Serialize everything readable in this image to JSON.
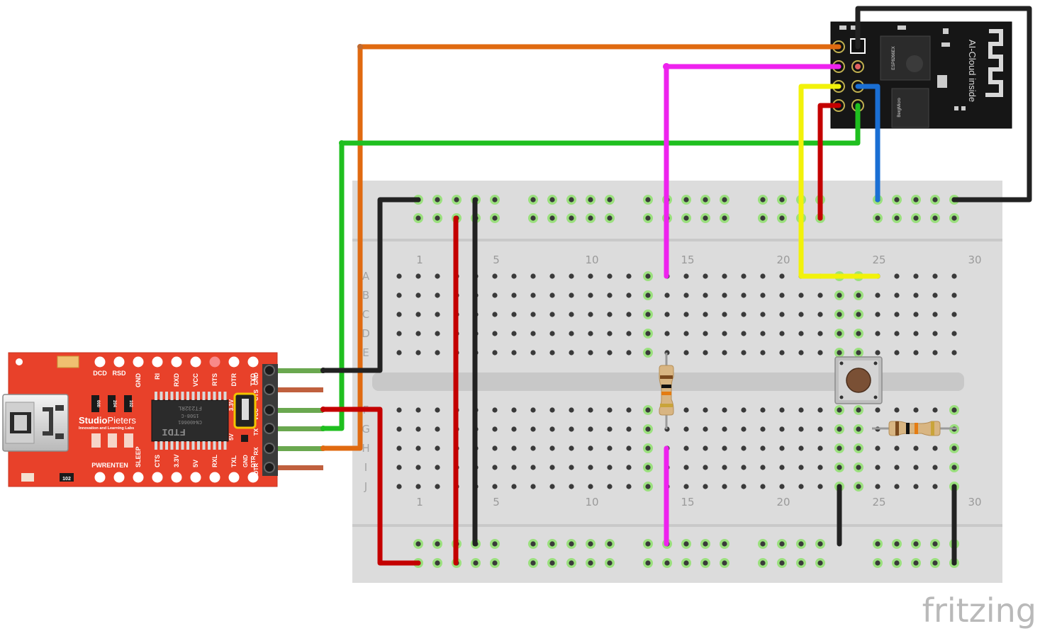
{
  "watermark": "fritzing",
  "breadboard": {
    "column_numbers": [
      "1",
      "5",
      "10",
      "15",
      "20",
      "25",
      "30"
    ],
    "row_letters_top": [
      "A",
      "B",
      "C",
      "D",
      "E"
    ],
    "row_letters_bottom": [
      "F",
      "G",
      "H",
      "I",
      "J"
    ]
  },
  "ftdi": {
    "brand_main": "Studio",
    "brand_accent": "Pieters",
    "tagline": "Innovation and Learning Labs",
    "chip_line1": "FT232RL",
    "chip_line2": "1508-C",
    "chip_line3": "CN400661",
    "chip_logo": "FTDI",
    "top_labels": [
      "DCD",
      "RSD",
      "GND",
      "RI",
      "RXD",
      "VCC",
      "RTS",
      "DTR",
      "TXD"
    ],
    "bottom_labels": [
      "PWRENTEN",
      "SLEEP",
      "CTS",
      "3.3V",
      "5V",
      "RXL",
      "TXL",
      "GND",
      "DTR"
    ],
    "side_labels": [
      "GND",
      "CTS",
      "VCC",
      "TX",
      "RX",
      "DTR"
    ],
    "jumper_labels": [
      "3.3V",
      "5V"
    ],
    "resistor_codes": [
      "000",
      "204",
      "102",
      "102"
    ]
  },
  "esp": {
    "label": "AI-Cloud inside",
    "chip1": "ESP8266EX",
    "chip2": "BergMicro"
  },
  "colors": {
    "breadboard": "#dcdcdc",
    "pcb": "#e8412a",
    "wire_black": "#222222",
    "wire_red": "#c40000",
    "wire_orange": "#e06a10",
    "wire_green": "#1fbf1f",
    "wire_magenta": "#ee22ee",
    "wire_yellow": "#f2f20a",
    "wire_blue": "#1a6fd4",
    "esp_board": "#161616"
  }
}
